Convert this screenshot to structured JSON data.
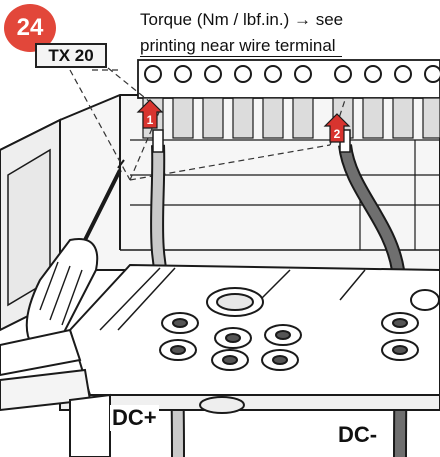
{
  "step": {
    "number": "24"
  },
  "tool_label": "TX 20",
  "torque_note": {
    "line1": "Torque (Nm / lbf.in.) → see",
    "line2": "printing near wire terminal"
  },
  "arrows": [
    {
      "number": "1"
    },
    {
      "number": "2"
    }
  ],
  "terminals": {
    "dc_plus": "DC+",
    "dc_minus": "DC-"
  },
  "colors": {
    "badge": "#e2473a",
    "arrow": "#d8342f",
    "wire_plus": "#c9c9c9",
    "wire_minus": "#6f6f6f",
    "housing": "#f2f2f2",
    "outline": "#1a1a1a"
  },
  "icons": [
    "screwdriver-icon",
    "arrow-up-icon"
  ]
}
